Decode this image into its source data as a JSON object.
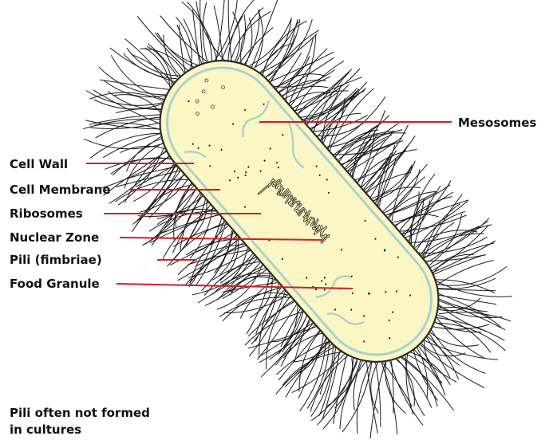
{
  "title": "",
  "labels": {
    "mesosomes": "Mesosomes",
    "cell_wall": "Cell Wall",
    "cell_membrane": "Cell Membrane",
    "ribosomes": "Ribosomes",
    "nuclear_zone": "Nuclear Zone",
    "pili": "Pili (fimbriae)",
    "food_granule": "Food Granule"
  },
  "note": {
    "line1": "Pili often not formed",
    "line2": "in cultures"
  },
  "colors": {
    "cell_fill": "#fbf6c4",
    "cell_wall": "#2a2a2a",
    "membrane": "#a6d4cf",
    "leader": "#cc1f28",
    "pili": "#1a1a1a",
    "nucleoid": "#111111"
  }
}
